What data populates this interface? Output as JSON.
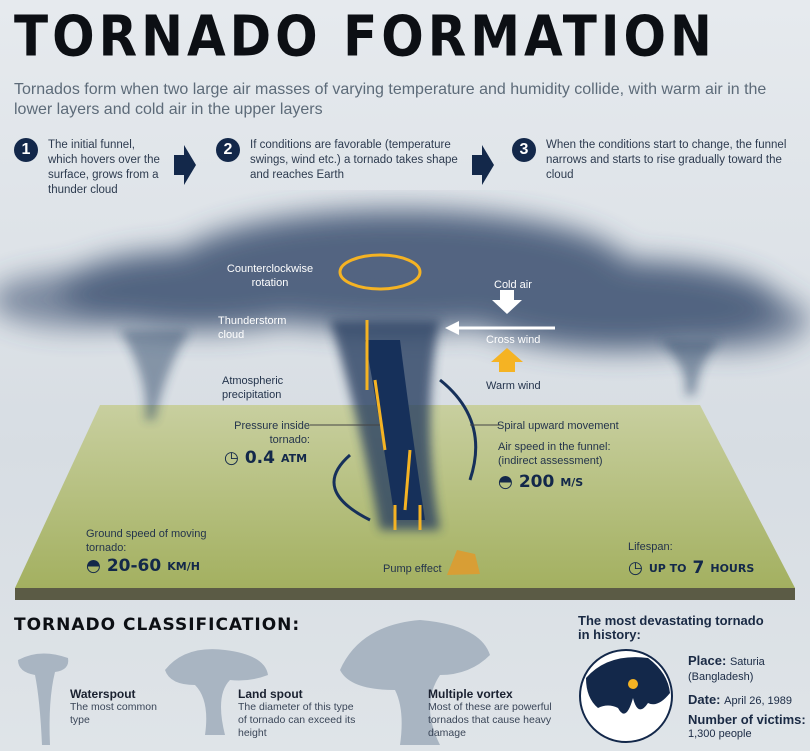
{
  "title": "TORNADO FORMATION",
  "subtitle": "Tornados form when two large air masses of varying temperature and humidity collide, with warm air in the lower layers and cold air in the upper layers",
  "steps": [
    {
      "num": "1",
      "text": "The initial funnel, which hovers over the surface, grows from a thunder cloud"
    },
    {
      "num": "2",
      "text": "If conditions are favorable (temperature swings, wind etc.) a tornado takes shape and reaches Earth"
    },
    {
      "num": "3",
      "text": "When the conditions start to change, the funnel narrows and starts to rise gradually toward the cloud"
    }
  ],
  "labels": {
    "rotation": "Counterclockwise rotation",
    "thunderstorm": "Thunderstorm cloud",
    "precipitation": "Atmospheric precipitation",
    "cold_air": "Cold air",
    "cross_wind": "Cross wind",
    "warm_wind": "Warm wind",
    "pressure": "Pressure inside tornado:",
    "pressure_value": "0.4",
    "pressure_unit": "ATM",
    "spiral": "Spiral upward movement",
    "air_speed": "Air speed in the funnel: (indirect assessment)",
    "air_speed_value": "200",
    "air_speed_unit": "M/S",
    "ground_speed": "Ground speed of moving tornado:",
    "ground_speed_value": "20-60",
    "ground_speed_unit": "KM/H",
    "pump": "Pump effect",
    "lifespan": "Lifespan:",
    "lifespan_prefix": "UP TO",
    "lifespan_value": "7",
    "lifespan_unit": "HOURS"
  },
  "classification": {
    "heading": "TORNADO CLASSIFICATION:",
    "types": [
      {
        "name": "Waterspout",
        "desc": "The most common type"
      },
      {
        "name": "Land spout",
        "desc": "The diameter of this type of tornado can exceed its height"
      },
      {
        "name": "Multiple vortex",
        "desc": "Most of these are powerful tornados that cause heavy damage"
      }
    ]
  },
  "history": {
    "heading": "The most devastating tornado in history:",
    "place_label": "Place:",
    "place": "Saturia (Bangladesh)",
    "date_label": "Date:",
    "date": "April 26, 1989",
    "victims_label": "Number of victims:",
    "victims": "1,300 people"
  },
  "colors": {
    "navy": "#13284a",
    "accent": "#f5b323",
    "ground": "#b7c27a"
  }
}
